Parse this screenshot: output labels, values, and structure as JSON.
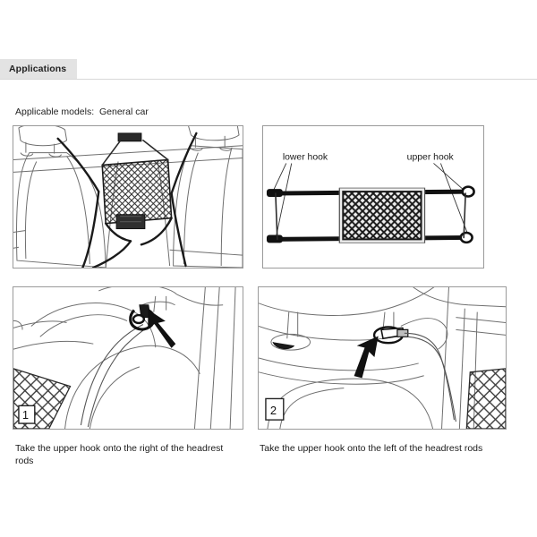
{
  "tabs": {
    "active_label": "Applications"
  },
  "section": {
    "applicable_models_label": "Applicable models:  General car"
  },
  "panels": {
    "install_overview": {
      "name": "Car interior with cargo net installed between front seats"
    },
    "net_product": {
      "name": "Cargo net product diagram with straps and hooks",
      "labels": {
        "lower_hook": "lower hook",
        "upper_hook": "upper hook"
      }
    },
    "step_1": {
      "badge": "1",
      "name": "Close-up of hook attached to right headrest rod",
      "caption": "Take the upper  hook  onto the right of the headrest rods"
    },
    "step_2": {
      "badge": "2",
      "name": "Close-up of hook attached to left headrest rod",
      "caption": "Take the upper hook  onto the left of the headrest rods"
    }
  },
  "colors": {
    "tab_background": "#e3e3e3",
    "panel_border": "#9a9a9a",
    "line_art": "#6f6f6f",
    "strap": "#1a1a1a",
    "page_background": "#ffffff"
  }
}
